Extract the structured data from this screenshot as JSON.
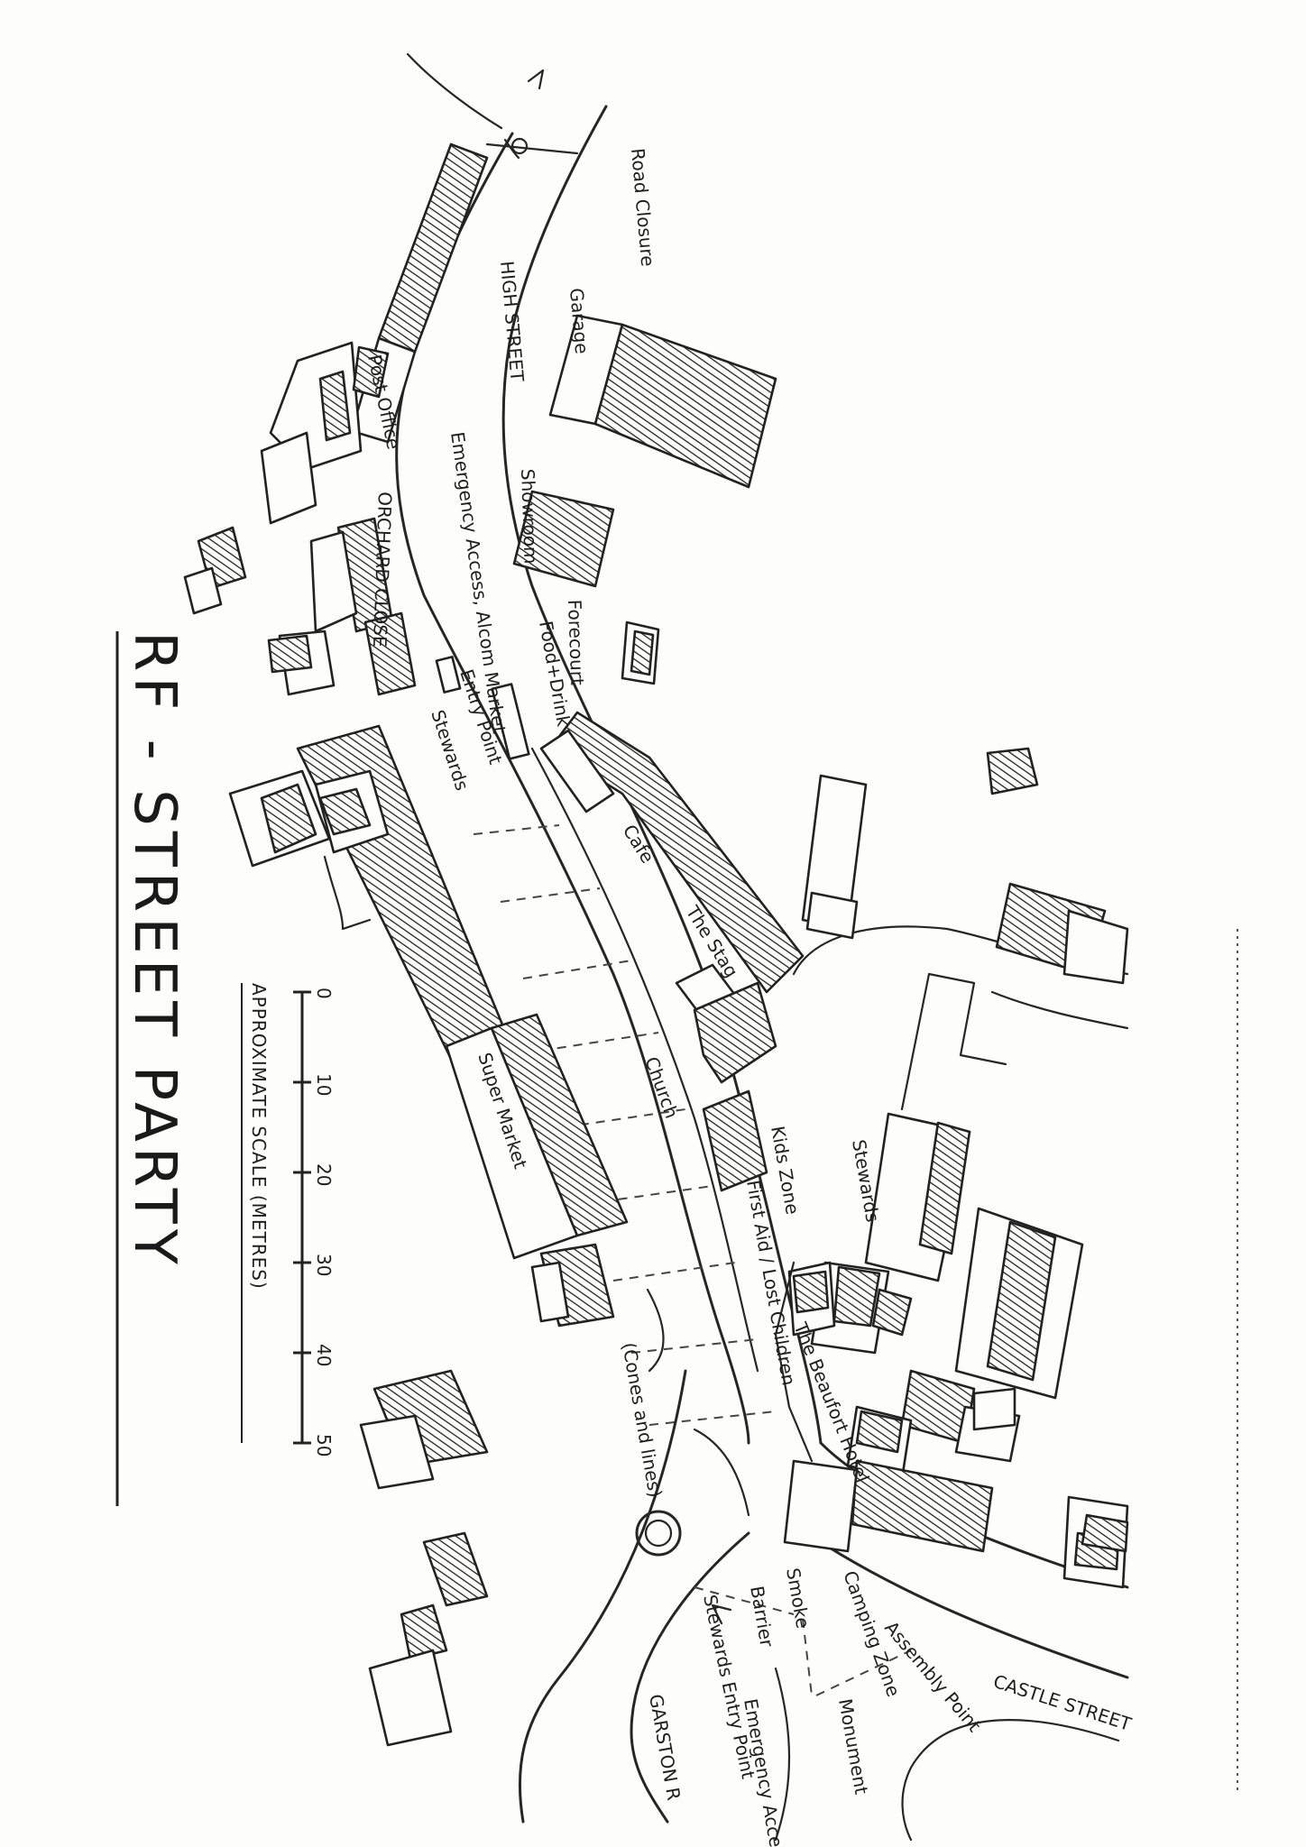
{
  "map": {
    "title": "RF - STREET PARTY",
    "scale": {
      "caption": "APPROXIMATE SCALE (METRES)",
      "ticks": [
        "0",
        "10",
        "20",
        "30",
        "40",
        "50"
      ]
    },
    "streets": {
      "high_street": "HIGH STREET",
      "castle_street": "CASTLE STREET",
      "orchard_close": "ORCHARD CLOSE",
      "garston_road": "GARSTON R"
    },
    "places": {
      "road_closure": "Road Closure",
      "garage": "Garage",
      "post_office": "Post Office",
      "showroom": "Showroom",
      "forecourt": "Forecourt",
      "food_drink": "Food+Drink",
      "emergency_access": "Emergency Access, Alcom Market",
      "entry_point": "Entry Point",
      "stewards_north": "Stewards",
      "cafe": "Cafe",
      "the_stag": "The Stag",
      "super_market": "Super Market",
      "church": "Church",
      "kids_zone": "Kids Zone",
      "first_aid": "First Aid / Lost Children",
      "stewards_east": "Stewards",
      "hotel": "The Beaufort Hotel",
      "cones": "(Cones and lines)",
      "smoke": "Smoke",
      "barrier": "Barrier",
      "stewards_entry": "Stewards Entry Point",
      "camping_zone": "Camping Zone",
      "assembly_point": "Assembly Point",
      "emergency_access_south": "Emergency Access",
      "monument": "Monument"
    }
  }
}
